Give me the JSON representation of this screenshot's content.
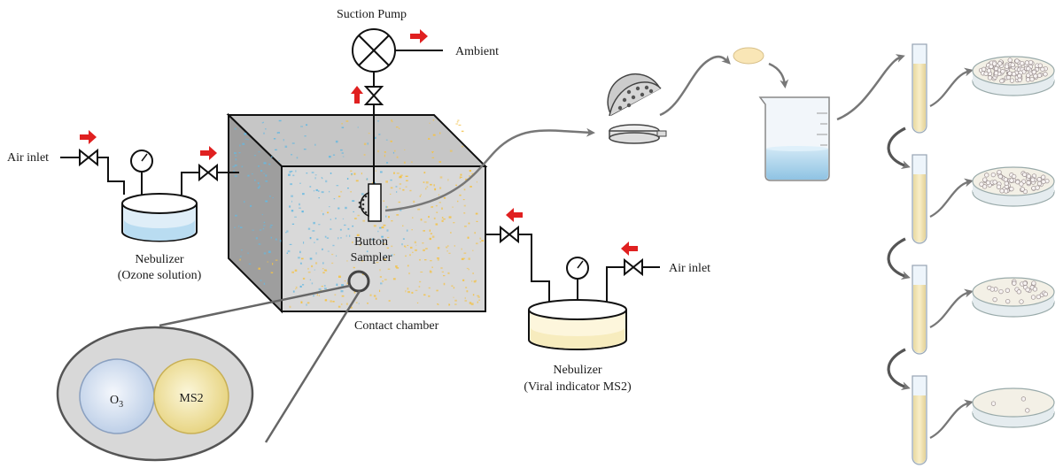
{
  "labels": {
    "suction_pump": "Suction Pump",
    "ambient": "Ambient",
    "air_inlet_left": "Air inlet",
    "air_inlet_right": "Air inlet",
    "nebulizer_left": "Nebulizer",
    "nebulizer_left_sub": "(Ozone solution)",
    "nebulizer_right": "Nebulizer",
    "nebulizer_right_sub": "(Viral indicator MS2)",
    "button_sampler_line1": "Button",
    "button_sampler_line2": "Sampler",
    "contact_chamber": "Contact chamber",
    "ozone_main": "O",
    "ozone_sub": "3",
    "ms2": "MS2"
  },
  "colors": {
    "arrow_red": "#e02020",
    "line_dark": "#111111",
    "flow_gray": "#777777",
    "ozone_particles": "#66b8e0",
    "ms2_particles": "#f2c24a",
    "ozone_circle": "#d6e3f3",
    "ms2_circle": "#f2e8a8",
    "liquid_blue": "#b9dcf1",
    "liquid_yellow": "#f7ecbe"
  },
  "dilution_series": {
    "tube_count": 4,
    "plate_colony_levels": [
      1.0,
      0.6,
      0.25,
      0.03
    ]
  }
}
